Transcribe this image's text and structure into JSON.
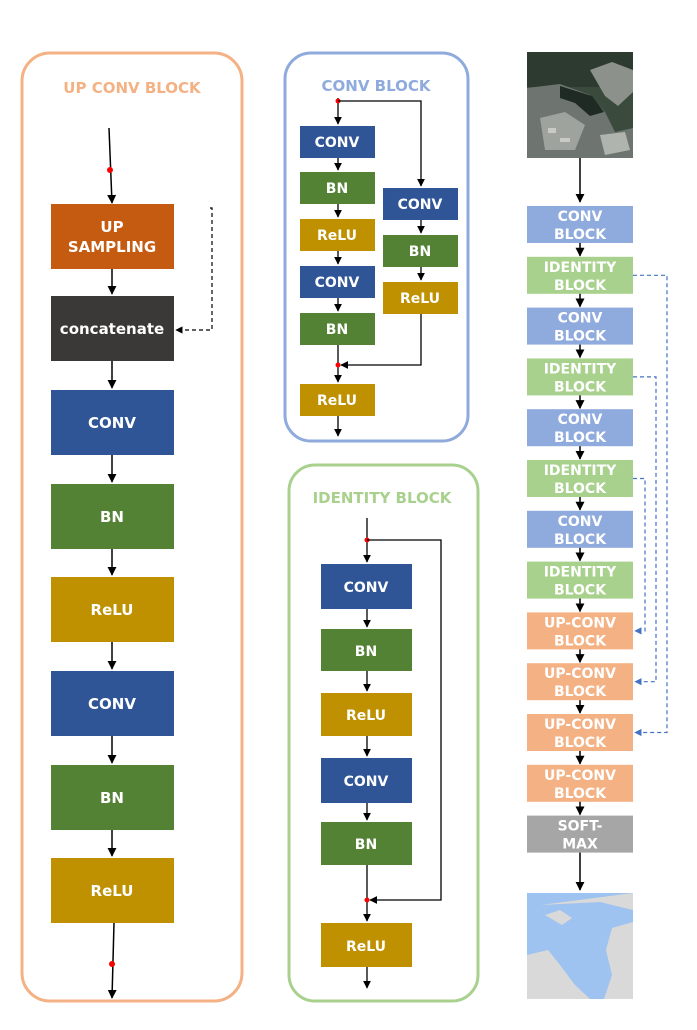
{
  "colors": {
    "conv": "#2f5597",
    "bn": "#548235",
    "relu": "#bf9000",
    "upsample": "#c55a11",
    "concat": "#3b3838",
    "conv_block": "#8faadc",
    "identity_block": "#a9d18e",
    "upconv_block": "#f4b183",
    "softmax": "#a6a6a6",
    "up_conv_panel_border": "#f4b183",
    "conv_panel_border": "#8faadc",
    "identity_panel_border": "#a9d18e",
    "skip_line": "#4472c4",
    "dot": "#ff0000"
  },
  "up_conv_block": {
    "title": "UP CONV BLOCK",
    "upsampling": "UP\nSAMPLING",
    "concat": "concatenate",
    "conv1": "CONV",
    "bn1": "BN",
    "relu1": "ReLU",
    "conv2": "CONV",
    "bn2": "BN",
    "relu2": "ReLU"
  },
  "conv_block": {
    "title": "CONV BLOCK",
    "main_conv1": "CONV",
    "main_bn1": "BN",
    "main_relu1": "ReLU",
    "main_conv2": "CONV",
    "main_bn2": "BN",
    "shortcut_conv": "CONV",
    "shortcut_bn": "BN",
    "shortcut_relu": "ReLU",
    "out_relu": "ReLU"
  },
  "identity_block": {
    "title": "IDENTITY BLOCK",
    "conv1": "CONV",
    "bn1": "BN",
    "relu1": "ReLU",
    "conv2": "CONV",
    "bn2": "BN",
    "out_relu": "ReLU"
  },
  "pipeline": {
    "stages": [
      {
        "kind": "conv_block",
        "label": "CONV\nBLOCK"
      },
      {
        "kind": "identity_block",
        "label": "IDENTITY\nBLOCK"
      },
      {
        "kind": "conv_block",
        "label": "CONV\nBLOCK"
      },
      {
        "kind": "identity_block",
        "label": "IDENTITY\nBLOCK"
      },
      {
        "kind": "conv_block",
        "label": "CONV\nBLOCK"
      },
      {
        "kind": "identity_block",
        "label": "IDENTITY\nBLOCK"
      },
      {
        "kind": "conv_block",
        "label": "CONV\nBLOCK"
      },
      {
        "kind": "identity_block",
        "label": "IDENTITY\nBLOCK"
      },
      {
        "kind": "upconv_block",
        "label": "UP-CONV\nBLOCK"
      },
      {
        "kind": "upconv_block",
        "label": "UP-CONV\nBLOCK"
      },
      {
        "kind": "upconv_block",
        "label": "UP-CONV\nBLOCK"
      },
      {
        "kind": "upconv_block",
        "label": "UP-CONV\nBLOCK"
      },
      {
        "kind": "softmax",
        "label": "SOFT-\nMAX"
      }
    ],
    "skip_connections": [
      {
        "from": 1,
        "to": 10
      },
      {
        "from": 3,
        "to": 9
      },
      {
        "from": 5,
        "to": 8
      }
    ],
    "input_image": "satellite-image",
    "output_image": "segmentation-mask"
  }
}
